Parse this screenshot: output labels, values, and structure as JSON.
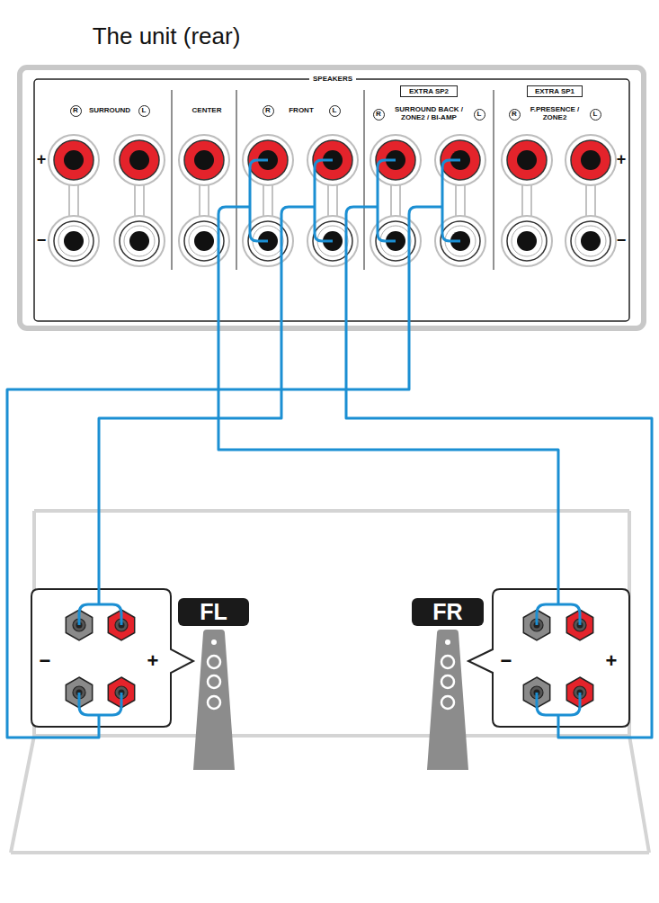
{
  "diagram": {
    "nodes": [
      {
        "text": [
          "The unit (rear)"
        ]
      },
      {
        "text": [
          "R"
        ],
        "in": 0
      },
      {
        "text": [
          "L"
        ],
        "in": 0
      },
      {
        "text": [
          "R"
        ],
        "in": 0
      },
      {
        "text": [
          "L"
        ],
        "in": 0
      },
      {
        "text": [
          "EXTRA SP2"
        ],
        "in": 0
      },
      {
        "text": [
          "R"
        ],
        "in": 0
      },
      {
        "text": [
          "L"
        ],
        "in": 0
      },
      {
        "text": [
          "EXTRA SP1"
        ],
        "in": 0
      },
      {
        "text": [
          "R"
        ],
        "in": 0
      },
      {
        "text": [
          "L"
        ],
        "in": 0
      },
      {
        "text": [
          "−",
          "+"
        ]
      },
      {
        "text": [
          "FL"
        ]
      },
      {
        "text": [
          "FR"
        ]
      },
      {
        "text": [
          "−",
          "+"
        ]
      }
    ],
    "edges": [
      {
        "from": 0,
        "to": 14,
        "arrow": "none"
      },
      {
        "from": 0,
        "to": 11,
        "arrow": "none"
      },
      {
        "from": 0,
        "to": 14,
        "arrow": "none"
      },
      {
        "from": 0,
        "to": 11,
        "arrow": "none"
      }
    ],
    "labels": [
      "SPEAKERS",
      "SURROUND",
      "CENTER",
      "FRONT",
      "SURROUND BACK / ZONE2 / BI-AMP",
      "F.PRESENCE / ZONE2",
      "+",
      "−",
      "+",
      "−"
    ]
  }
}
